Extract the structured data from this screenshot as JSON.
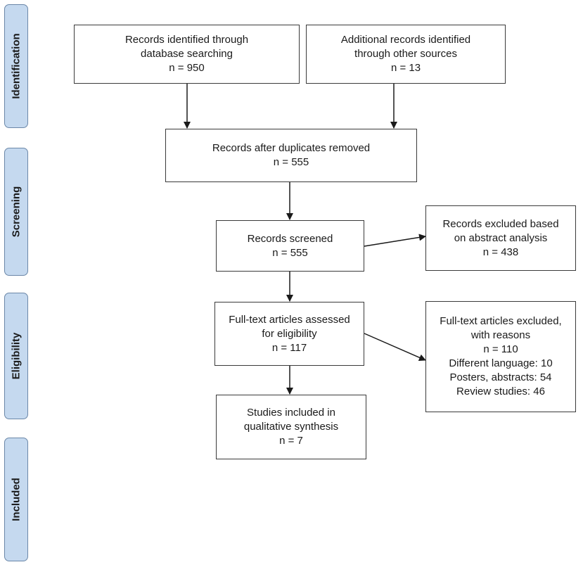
{
  "phases": {
    "identification": "Identification",
    "screening": "Screening",
    "eligibility": "Eligibility",
    "included": "Included"
  },
  "boxes": {
    "database": {
      "line1": "Records identified through",
      "line2": "database searching",
      "line3": "n = 950"
    },
    "other_sources": {
      "line1": "Additional records identified",
      "line2": "through other sources",
      "line3": "n = 13"
    },
    "after_duplicates": {
      "line1": "Records after duplicates removed",
      "line2": "n = 555"
    },
    "screened": {
      "line1": "Records screened",
      "line2": "n = 555"
    },
    "excluded_abstract": {
      "line1": "Records excluded based",
      "line2": "on abstract analysis",
      "line3": "n = 438"
    },
    "fulltext_assessed": {
      "line1": "Full-text articles assessed",
      "line2": "for eligibility",
      "line3": "n = 117"
    },
    "fulltext_excluded": {
      "line1": "Full-text articles excluded,",
      "line2": "with reasons",
      "line3": "n = 110",
      "line4": "Different language: 10",
      "line5": "Posters, abstracts: 54",
      "line6": "Review studies: 46"
    },
    "included_studies": {
      "line1": "Studies included in",
      "line2": "qualitative synthesis",
      "line3": "n = 7"
    }
  }
}
